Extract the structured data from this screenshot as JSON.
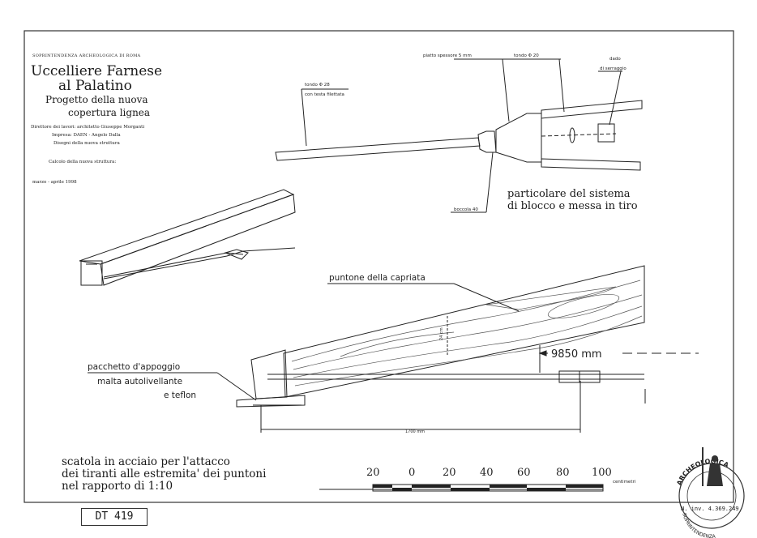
{
  "title_block": {
    "superintendency": "SOPRINTENDENZA ARCHEOLOGICA DI ROMA",
    "title_line1": "Uccelliere Farnese",
    "title_line2": "al Palatino",
    "subtitle_line1": "Progetto della nuova",
    "subtitle_line2": "copertura lignea",
    "director": "Direttore dei lavori: architetto Giuseppe Morganti",
    "company": "Impresa: DAEN - Angelo Dalla",
    "design": "Disegni della nuova struttura",
    "calculation": "Calcolo della nuova struttura:",
    "date": "marzo - aprile 1998"
  },
  "detail_view": {
    "caption_line1": "particolare del sistema",
    "caption_line2": "di blocco e messa in tiro",
    "labels": {
      "spacer_plate": "piatto spessore 5 mm",
      "rod_20": "tondo Φ 20",
      "nuts": "dado",
      "tightening": "di serraggio",
      "rod_28": "tondo Φ 28",
      "threaded_head": "con testa filettata",
      "bushing": "boccola 40"
    }
  },
  "main_view": {
    "rafter_label": "puntone della capriata",
    "section_dim": "24 cm",
    "support_label": "pacchetto d'appoggio",
    "mortar_label": "malta autolivellante",
    "teflon_label": "e teflon",
    "span_label": "9850 mm",
    "length_dim": "1700 mm"
  },
  "notes": {
    "line1": "scatola in acciaio per l'attacco",
    "line2": "dei tiranti alle estremita' dei puntoni",
    "line3": "nel rapporto di 1:10"
  },
  "scale_bar": {
    "ticks": [
      "20",
      "0",
      "20",
      "40",
      "60",
      "80",
      "100"
    ],
    "unit": "centimetri"
  },
  "stamp": {
    "ring_top": "ARCHEOLOGICA",
    "ring_bottom": "SOPRINTENDENZA",
    "inventory": "N. inv.  4.369.249"
  },
  "archive_code": "DT 419",
  "colors": {
    "ink": "#1a1a1a",
    "paper": "#ffffff",
    "wood_grain": "#555555"
  }
}
